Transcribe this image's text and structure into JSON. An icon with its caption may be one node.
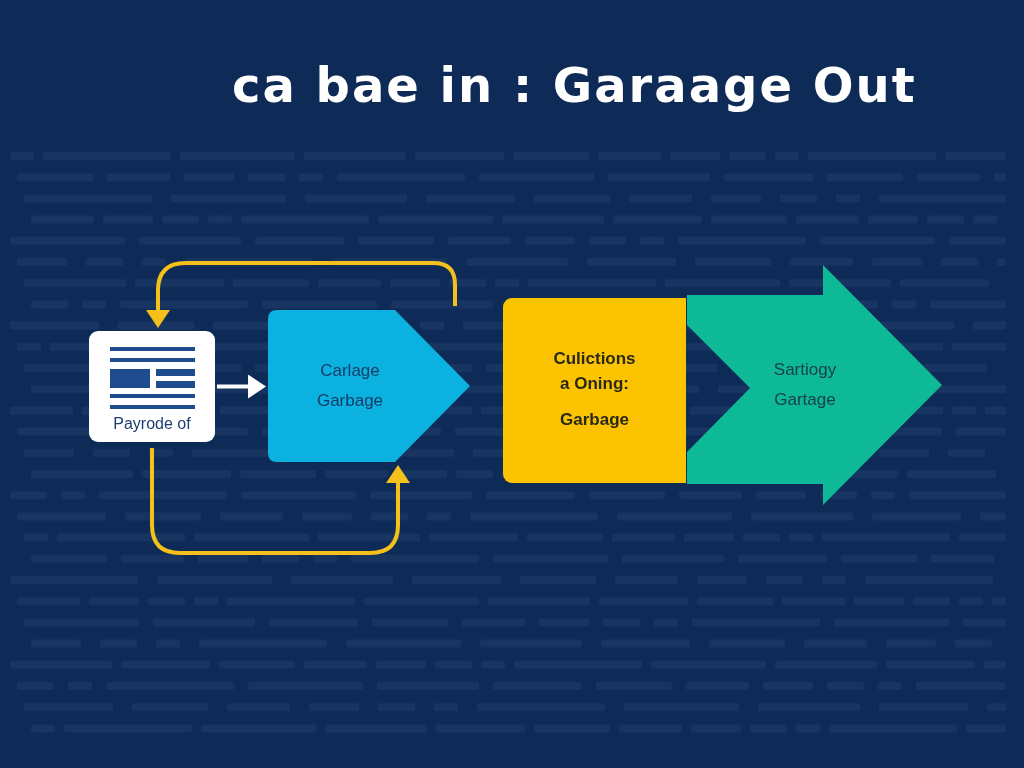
{
  "diagram": {
    "title": "ca bae in : Garaage Out",
    "nodes": [
      {
        "text": [
          "Payrode of"
        ]
      },
      {
        "text": [
          "Carlage Garbage"
        ]
      },
      {
        "text": [
          "Culictions a Oning:",
          "Garbage"
        ]
      },
      {
        "text": [
          "Sartiogy Gartage"
        ]
      }
    ],
    "edges": [
      {
        "from": 0,
        "to": 1,
        "arrow": "to",
        "color": "#ffffff"
      },
      {
        "from": 1,
        "to": 0,
        "arrow": "to"
      },
      {
        "from": 0,
        "to": 1,
        "arrow": "to"
      }
    ]
  }
}
